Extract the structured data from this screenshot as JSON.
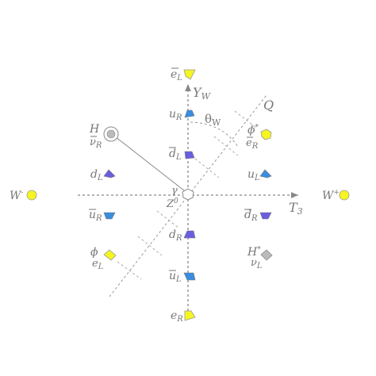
{
  "axes": {
    "t3": {
      "label": "T",
      "sub": "3"
    },
    "yw": {
      "label": "Y",
      "sub": "W"
    },
    "q": {
      "label": "Q"
    },
    "theta": {
      "label": "θ",
      "sub": "W"
    }
  },
  "center": {
    "gamma": "γ",
    "z": "Z",
    "z_sup": "0"
  },
  "bosons": {
    "w_minus": {
      "label": "W",
      "sup": "-",
      "color": "#f5f522"
    },
    "w_plus": {
      "label": "W",
      "sup": "+",
      "color": "#f5f522"
    }
  },
  "particles": {
    "ebar_L": {
      "base": "e",
      "overline": true,
      "sub": "L",
      "color": "#f5f522"
    },
    "u_R": {
      "base": "u",
      "sub": "R",
      "color": "#3a8de0"
    },
    "dbar_L": {
      "base": "d",
      "overline": true,
      "sub": "L",
      "color": "#6a5ee0"
    },
    "d_L": {
      "base": "d",
      "sub": "L",
      "color": "#6a5ee0"
    },
    "u_L": {
      "base": "u",
      "sub": "L",
      "color": "#3a8de0"
    },
    "ubar_R": {
      "base": "u",
      "overline": true,
      "sub": "R",
      "color": "#3a8de0"
    },
    "dbar_R": {
      "base": "d",
      "overline": true,
      "sub": "R",
      "color": "#6a5ee0"
    },
    "d_R": {
      "base": "d",
      "sub": "R",
      "color": "#6a5ee0"
    },
    "ubar_L": {
      "base": "u",
      "overline": true,
      "sub": "L",
      "color": "#3a8de0"
    },
    "e_R": {
      "base": "e",
      "sub": "R",
      "color": "#f5f522"
    }
  },
  "pairs": {
    "h_nubar": {
      "top": "H",
      "bottom": "ν",
      "bottom_overline": true,
      "bottom_sub": "R",
      "color": "#bbbbbb"
    },
    "phistar_ebar": {
      "top": "ϕ",
      "top_sup": "*",
      "bottom": "e",
      "bottom_overline": true,
      "bottom_sub": "R",
      "color": "#f5f522"
    },
    "phi_e": {
      "top": "ϕ",
      "bottom": "e",
      "bottom_sub": "L",
      "color": "#f5f522"
    },
    "hstar_nu": {
      "top": "H",
      "top_sup": "*",
      "bottom": "ν",
      "bottom_sub": "L",
      "color": "#bbbbbb"
    }
  },
  "colors": {
    "axis": "#888888",
    "label": "#777777",
    "boson": "#f5f522",
    "lepton": "#f5f522",
    "up": "#3a8de0",
    "down": "#6a5ee0",
    "higgs": "#bbbbbb"
  }
}
